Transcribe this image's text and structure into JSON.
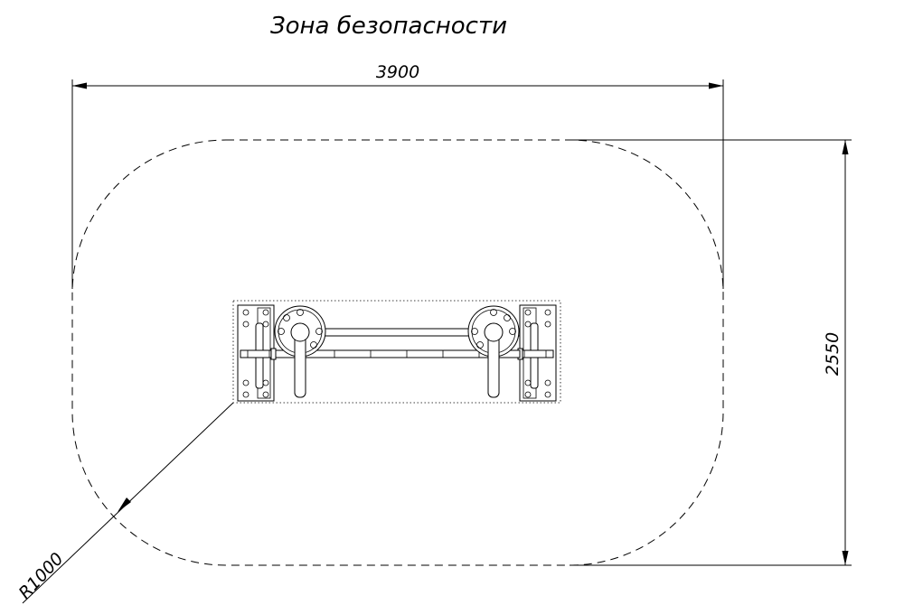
{
  "title": "Зона безопасности",
  "dimensions": {
    "width": "3900",
    "height": "2550",
    "radius": "R1000"
  }
}
